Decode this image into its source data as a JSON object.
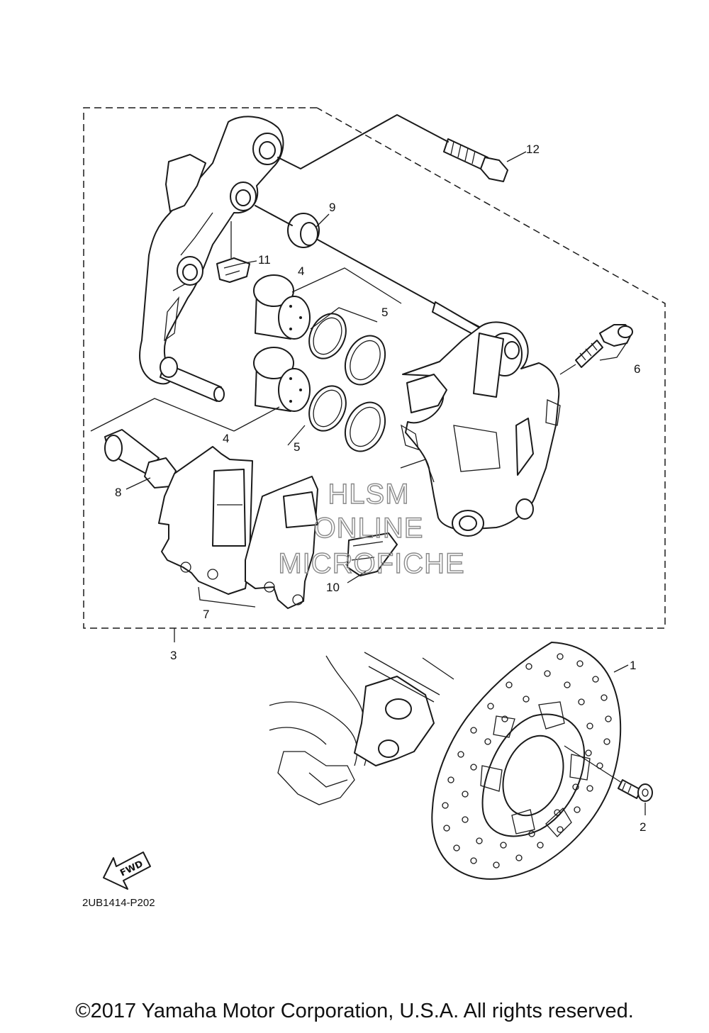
{
  "callouts": [
    {
      "id": "1",
      "label": "1"
    },
    {
      "id": "2",
      "label": "2"
    },
    {
      "id": "3",
      "label": "3"
    },
    {
      "id": "4a",
      "label": "4"
    },
    {
      "id": "4b",
      "label": "4"
    },
    {
      "id": "5a",
      "label": "5"
    },
    {
      "id": "5b",
      "label": "5"
    },
    {
      "id": "6",
      "label": "6"
    },
    {
      "id": "7",
      "label": "7"
    },
    {
      "id": "8",
      "label": "8"
    },
    {
      "id": "9",
      "label": "9"
    },
    {
      "id": "10",
      "label": "10"
    },
    {
      "id": "11",
      "label": "11"
    },
    {
      "id": "12",
      "label": "12"
    }
  ],
  "watermark": {
    "line1": "HLSM",
    "line2": "ONLINE",
    "line3": "MICROFICHE"
  },
  "fwd_arrow": "FWD",
  "diagram_code": "2UB1414-P202",
  "copyright": "©2017 Yamaha Motor Corporation, U.S.A. All rights reserved.",
  "icons": [
    "fwd-arrow-icon"
  ],
  "colors": {
    "line": "#1a1a1a",
    "background": "#ffffff",
    "watermark": "#8a8a8a"
  }
}
